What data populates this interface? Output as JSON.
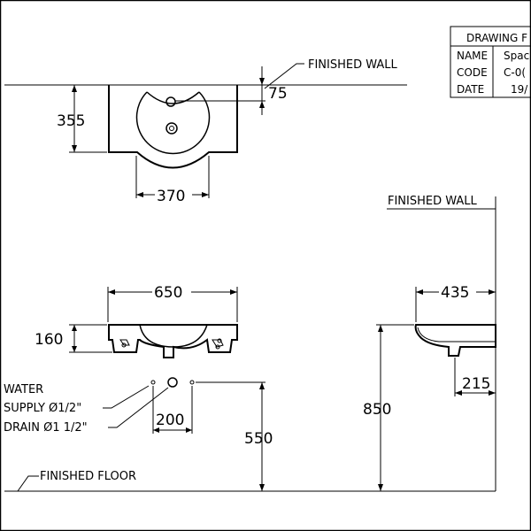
{
  "title_block": {
    "heading": "DRAWING F",
    "rows": [
      {
        "label": "NAME",
        "value": "Spac"
      },
      {
        "label": "CODE",
        "value": "C-0("
      },
      {
        "label": "DATE",
        "value": "19/"
      }
    ]
  },
  "labels": {
    "finished_wall_top": "FINISHED WALL",
    "finished_wall_side": "FINISHED WALL",
    "finished_floor": "FINISHED FLOOR",
    "water_line1": "WATER",
    "water_line2": "SUPPLY Ø1/2\"",
    "drain": "DRAIN Ø1  1/2\""
  },
  "dimensions": {
    "wall_offset": "75",
    "depth": "355",
    "bowl_width": "370",
    "width": "650",
    "height": "160",
    "projection": "435",
    "drain_offset": "215",
    "supply_spacing": "200",
    "mount_height": "850",
    "supply_height": "550"
  }
}
